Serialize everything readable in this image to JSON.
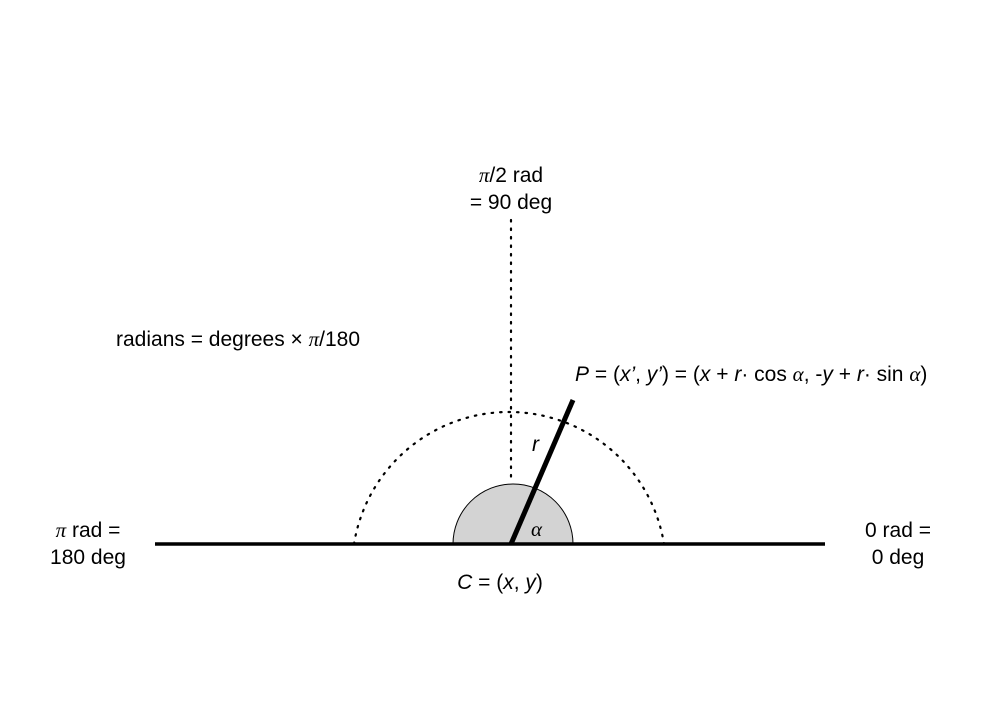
{
  "diagram": {
    "top_label": {
      "line1_prefix": "π",
      "line1_rest": "/2 rad",
      "line2": "= 90 deg"
    },
    "left_label": {
      "line1_prefix": "π",
      "line1_rest": " rad =",
      "line2": "180 deg"
    },
    "right_label": {
      "line1": "0 rad =",
      "line2": "0 deg"
    },
    "formula": {
      "text": "radians = degrees × ",
      "pi": "π",
      "rest": "/180"
    },
    "point_p": {
      "p": "P",
      "eq1": " = (",
      "xp": "x’",
      "comma1": ", ",
      "yp": "y’",
      "eq2": ") = (",
      "x": "x",
      "plus1": " + ",
      "r1": "r",
      "cos": "· cos ",
      "alpha1": "α",
      "sep": ", -",
      "y": "y",
      "plus2": " + ",
      "r2": "r",
      "sin": "· sin ",
      "alpha2": "α",
      "close": ")"
    },
    "center": {
      "c": "C",
      "eq": " = (",
      "x": "x",
      "comma": ", ",
      "y": "y",
      "close": ")"
    },
    "radius_label": "r",
    "angle_label": "α",
    "angle_fill_color": "#d3d3d3",
    "line_color": "#000000"
  }
}
